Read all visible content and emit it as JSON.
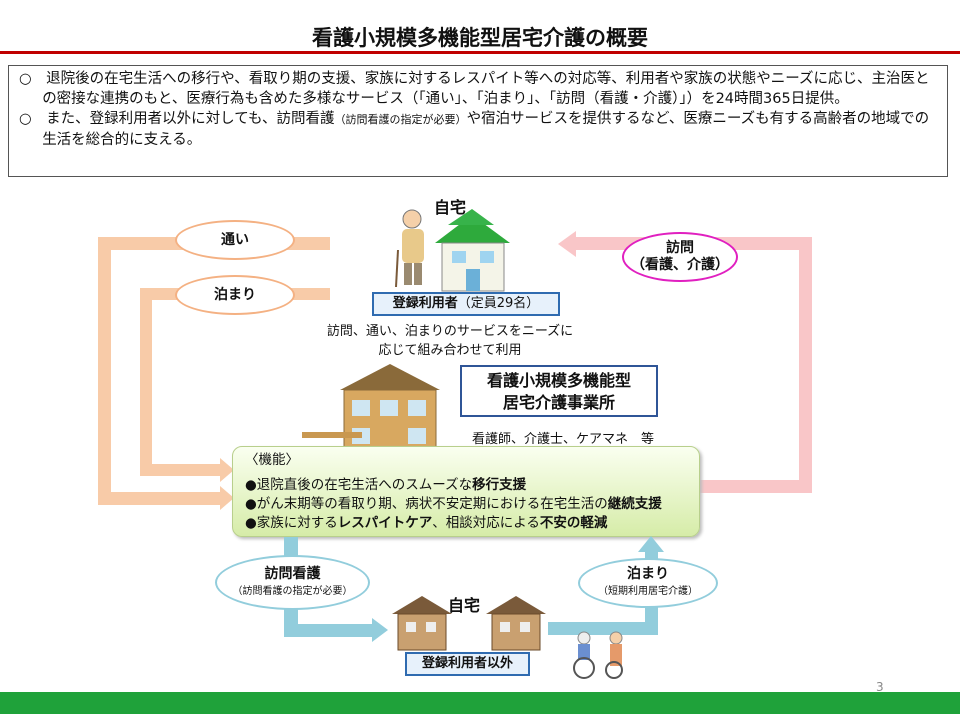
{
  "title": "看護小規模多機能型居宅介護の概要",
  "intro": {
    "p1": "○　退院後の在宅生活への移行や、看取り期の支援、家族に対するレスパイト等への対応等、利用者や家族の状態やニーズに応じ、主治医との密接な連携のもと、医療行為も含めた多様なサービス（「通い」、「泊まり」、「訪問（看護・介護）」）を24時間365日提供。",
    "p2a": "○　また、登録利用者以外に対しても、訪問看護",
    "p2note": "（訪問看護の指定が必要）",
    "p2b": "や宿泊サービスを提供するなど、医療ニーズも有する高齢者の地域での生活を総合的に支える。"
  },
  "services": {
    "kayoi": "通い",
    "tomari": "泊まり",
    "houmon_1": "訪問",
    "houmon_2": "（看護、介護）"
  },
  "home_top": {
    "label": "自宅",
    "registered_user": "登録利用者",
    "capacity": "（定員29名）",
    "desc_1": "訪問、通い、泊まりのサービスをニーズに",
    "desc_2": "応じて組み合わせて利用"
  },
  "facility": {
    "name_1": "看護小規模多機能型",
    "name_2": "居宅介護事業所",
    "staff": "看護師、介護士、ケアマネ　等"
  },
  "functions": {
    "heading": "〈機能〉",
    "items": [
      {
        "pre": "●退院直後の在宅生活へのスムーズな",
        "bold": "移行支援",
        "mid": "",
        "bold2": ""
      },
      {
        "pre": "●がん末期等の看取り期、病状不安定期における在宅生活の",
        "bold": "継続支援",
        "mid": "",
        "bold2": ""
      },
      {
        "pre": "●家族に対する",
        "bold": "レスパイトケア",
        "mid": "、相談対応による",
        "bold2": "不安の軽減"
      }
    ]
  },
  "bottom": {
    "visit_nursing": "訪問看護",
    "visit_nursing_note": "（訪問看護の指定が必要）",
    "short_stay": "泊まり",
    "short_stay_note": "（短期利用居宅介護）",
    "home_label": "自宅",
    "non_registered": "登録利用者以外"
  },
  "page_number": "3"
}
